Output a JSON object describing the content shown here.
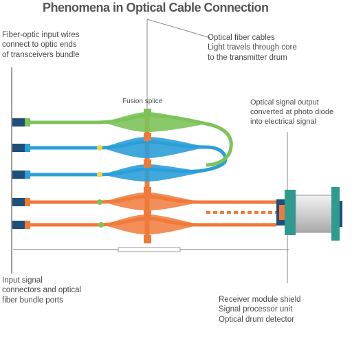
{
  "diagram": {
    "title": "Phenomena in Optical Cable Connection",
    "callouts": {
      "top_left": [
        "Fiber-optic input wires",
        "connect to optic ends",
        "of transceivers bundle"
      ],
      "top_right": [
        "Optical fiber cables",
        "Light travels through core",
        "to the transmitter drum"
      ],
      "center_label": "Fusion splice",
      "right_middle": [
        "Optical signal output",
        "converted at photo diode",
        "into electrical signal"
      ],
      "bottom_left": [
        "Input signal",
        "connectors and optical",
        "fiber bundle ports"
      ],
      "bottom_right": [
        "Receiver module shield",
        "Signal processor unit",
        "Optical drum detector"
      ]
    }
  },
  "colors": {
    "green": "#7cc35a",
    "blue": "#2b9fd8",
    "orange": "#f07a3a",
    "teal": "#2e9b8e",
    "navy": "#1f4e79",
    "drum": "#dcdcdc",
    "line": "#8a8a8a",
    "text": "#4a4a4a"
  }
}
